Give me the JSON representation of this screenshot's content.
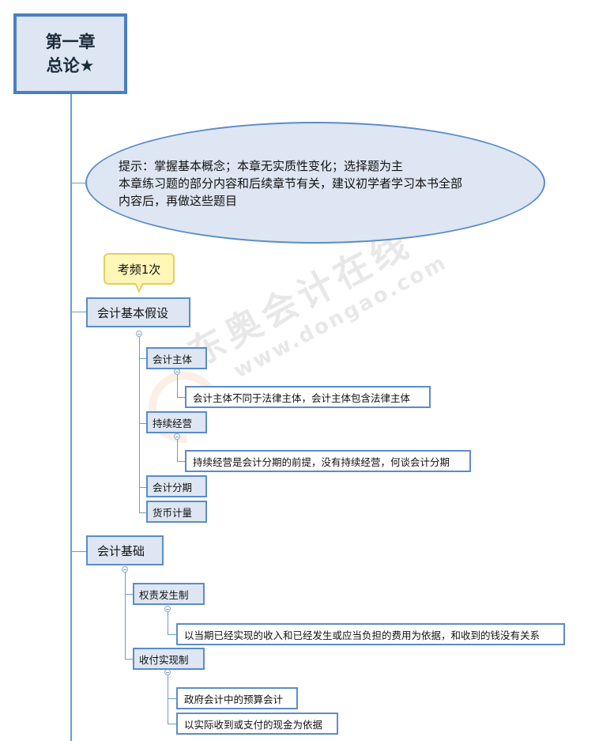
{
  "root": {
    "line1": "第一章",
    "line2": "总论★"
  },
  "tip": {
    "line1": "提示：掌握基本概念；本章无实质性变化；选择题为主",
    "line2": "本章练习题的部分内容和后续章节有关，建议初学者学习本书全部",
    "line3": "内容后，再做这些题目"
  },
  "callout": {
    "label": "考频1次"
  },
  "assumptions": {
    "label": "会计基本假设",
    "entity": {
      "label": "会计主体",
      "note": "会计主体不同于法律主体，会计主体包含法律主体"
    },
    "going_concern": {
      "label": "持续经营",
      "note": "持续经营是会计分期的前提，没有持续经营，何谈会计分期"
    },
    "periods": {
      "label": "会计分期"
    },
    "monetary": {
      "label": "货币计量"
    }
  },
  "basis": {
    "label": "会计基础",
    "accrual": {
      "label": "权责发生制",
      "note": "以当期已经实现的收入和已经发生或应当负担的费用为依据，和收到的钱没有关系"
    },
    "cash": {
      "label": "收付实现制",
      "note1": "政府会计中的预算会计",
      "note2": "以实际收到或支付的现金为依据"
    }
  },
  "watermark": {
    "cn": "东奥会计在线",
    "en": "www.dongao.com"
  },
  "colors": {
    "border": "#5b8cc7",
    "fill": "#dde6f2",
    "callout": "#fff6b8"
  }
}
